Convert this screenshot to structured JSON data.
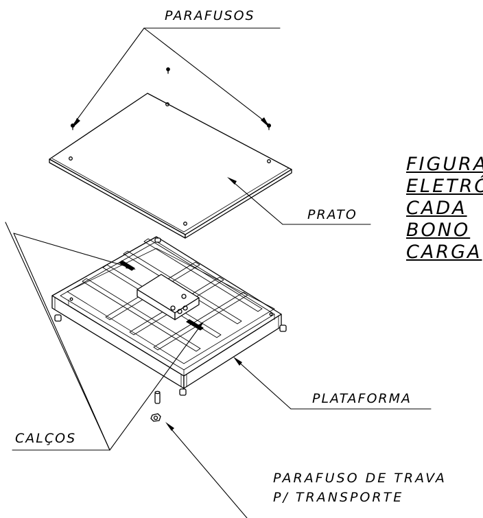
{
  "labels": {
    "parafusos": "PARAFUSOS",
    "prato": "PRATO",
    "plataforma": "PLATAFORMA",
    "calcos": "CALÇOS",
    "parafuso_trava_line1": "PARAFUSO DE TRAVA",
    "parafuso_trava_line2": "P/ TRANSPORTE"
  },
  "note": {
    "lines": [
      "FIGURA",
      "ELETRÔ",
      "CADA",
      "BONO",
      "CARGA"
    ]
  },
  "colors": {
    "line": "#000000",
    "background": "#ffffff"
  }
}
